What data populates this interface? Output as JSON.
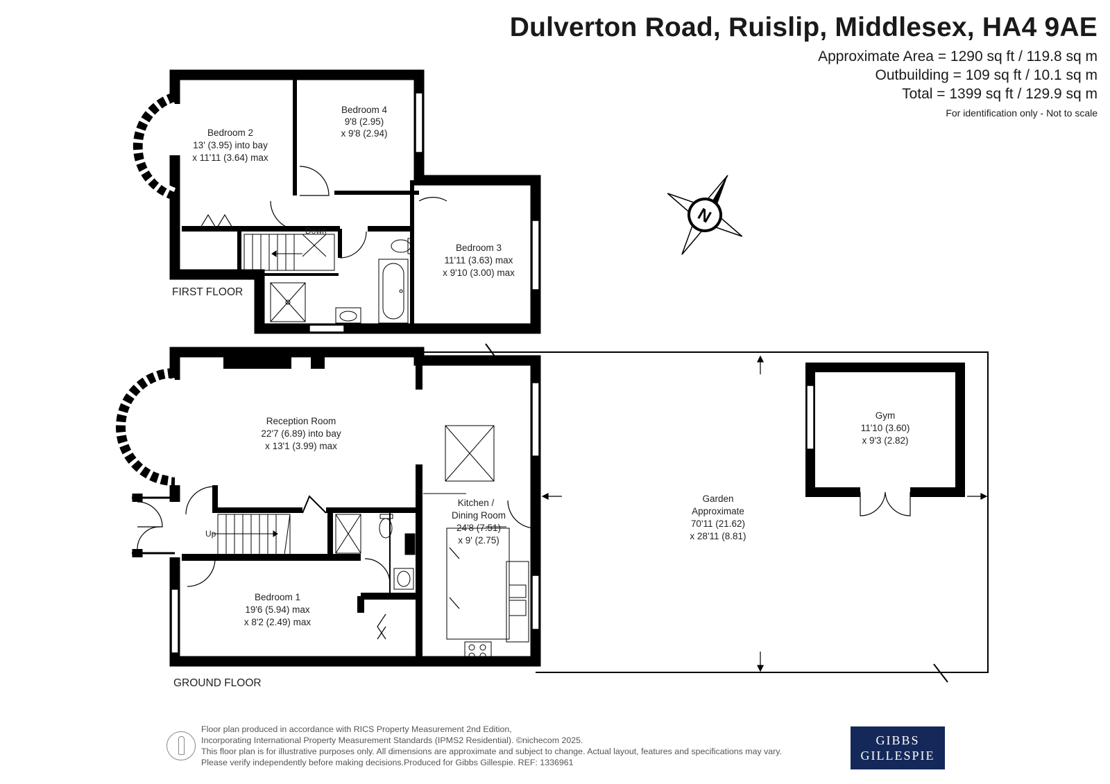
{
  "header": {
    "title": "Dulverton Road, Ruislip, Middlesex, HA4 9AE",
    "area_lines": [
      "Approximate Area = 1290 sq ft / 119.8 sq m",
      "Outbuilding = 109 sq ft / 10.1 sq m",
      "Total = 1399 sq ft / 129.9 sq m"
    ],
    "note": "For identification only - Not to scale"
  },
  "floors": {
    "first": "FIRST FLOOR",
    "ground": "GROUND FLOOR"
  },
  "rooms": {
    "bedroom2": [
      "Bedroom 2",
      "13' (3.95) into bay",
      "x 11'11 (3.64) max"
    ],
    "bedroom4": [
      "Bedroom 4",
      "9'8 (2.95)",
      "x 9'8 (2.94)"
    ],
    "bedroom3": [
      "Bedroom 3",
      "11'11 (3.63) max",
      "x 9'10 (3.00) max"
    ],
    "reception": [
      "Reception Room",
      "22'7 (6.89) into bay",
      "x 13'1 (3.99) max"
    ],
    "kitchen": [
      "Kitchen /",
      "Dining Room",
      "24'8 (7.51)",
      "x 9' (2.75)"
    ],
    "bedroom1": [
      "Bedroom 1",
      "19'6 (5.94) max",
      "x 8'2 (2.49) max"
    ],
    "garden": [
      "Garden",
      "Approximate",
      "70'11 (21.62)",
      "x 28'11 (8.81)"
    ],
    "gym": [
      "Gym",
      "11'10 (3.60)",
      "x 9'3 (2.82)"
    ]
  },
  "stairs": {
    "down": "Down",
    "up": "Up"
  },
  "compass": {
    "letter": "N"
  },
  "footer": {
    "lines": [
      "Floor plan produced in accordance with RICS Property Measurement 2nd Edition,",
      "Incorporating International Property Measurement Standards (IPMS2 Residential).  ©nichecom 2025.",
      "This floor plan is for illustrative purposes only. All dimensions are approximate and subject to change. Actual layout, features and specifications may vary.",
      "Please verify independently before making decisions.Produced for Gibbs Gillespie.   REF:  1336961"
    ]
  },
  "logo": {
    "line1": "GIBBS",
    "line2": "GILLESPIE"
  },
  "colors": {
    "wall": "#000000",
    "logo_bg": "#15285a"
  }
}
